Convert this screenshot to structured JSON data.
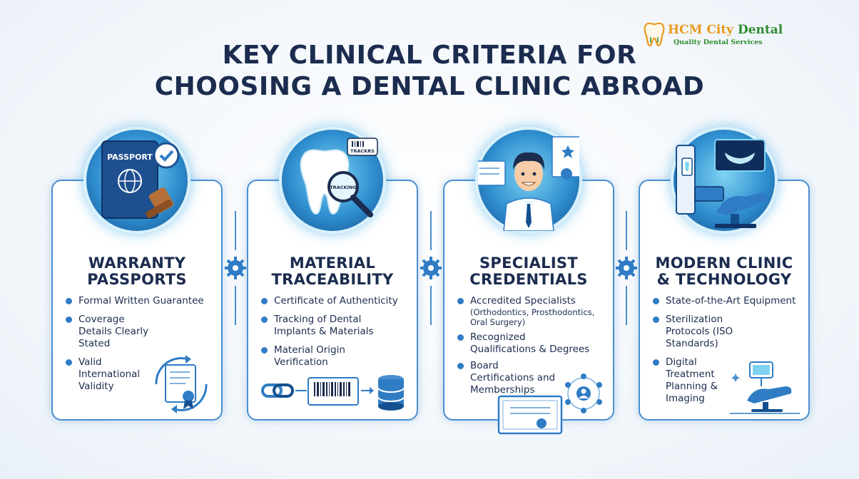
{
  "logo": {
    "brand_part1": "HCM City",
    "brand_part2": "Dental",
    "tagline": "Quality Dental Services",
    "icon": "tooth-icon"
  },
  "title": {
    "line1": "KEY CLINICAL CRITERIA FOR",
    "line2": "CHOOSING A DENTAL CLINIC ABROAD"
  },
  "colors": {
    "title": "#1b2c4f",
    "accent": "#2f7cc5",
    "border": "#4a8fd0",
    "brand_orange": "#e89a1c",
    "brand_green": "#2e8b2e"
  },
  "cards": [
    {
      "title_line1": "WARRANTY",
      "title_line2": "PASSPORTS",
      "badge_icon": "passport-icon",
      "badge_text": "PASSPORT",
      "bullets": [
        {
          "text": "Formal Written Guarantee"
        },
        {
          "text": "Coverage Details Clearly Stated"
        },
        {
          "text": "Valid International Validity"
        }
      ]
    },
    {
      "title_line1": "MATERIAL",
      "title_line2": "TRACEABILITY",
      "badge_icon": "tooth-magnifier-icon",
      "badge_text": "TRACKING",
      "badge_tag": "TRACKRS",
      "bullets": [
        {
          "text": "Certificate of Authenticity"
        },
        {
          "text": "Tracking of Dental Implants & Materials"
        },
        {
          "text": "Material Origin Verification"
        }
      ]
    },
    {
      "title_line1": "SPECIALIST",
      "title_line2": "CREDENTIALS",
      "badge_icon": "dentist-icon",
      "bullets": [
        {
          "text": "Accredited Specialists",
          "sub": "(Orthodontics, Prosthodontics, Oral Surgery)"
        },
        {
          "text": "Recognized Qualifications & Degrees"
        },
        {
          "text": "Board Certifications and Memberships"
        }
      ]
    },
    {
      "title_line1": "MODERN CLINIC",
      "title_line2": "& TECHNOLOGY",
      "badge_icon": "dental-chair-icon",
      "bullets": [
        {
          "text": "State-of-the-Art Equipment"
        },
        {
          "text": "Sterilization Protocols (ISO Standards)"
        },
        {
          "text": "Digital Treatment Planning & Imaging"
        }
      ]
    }
  ]
}
